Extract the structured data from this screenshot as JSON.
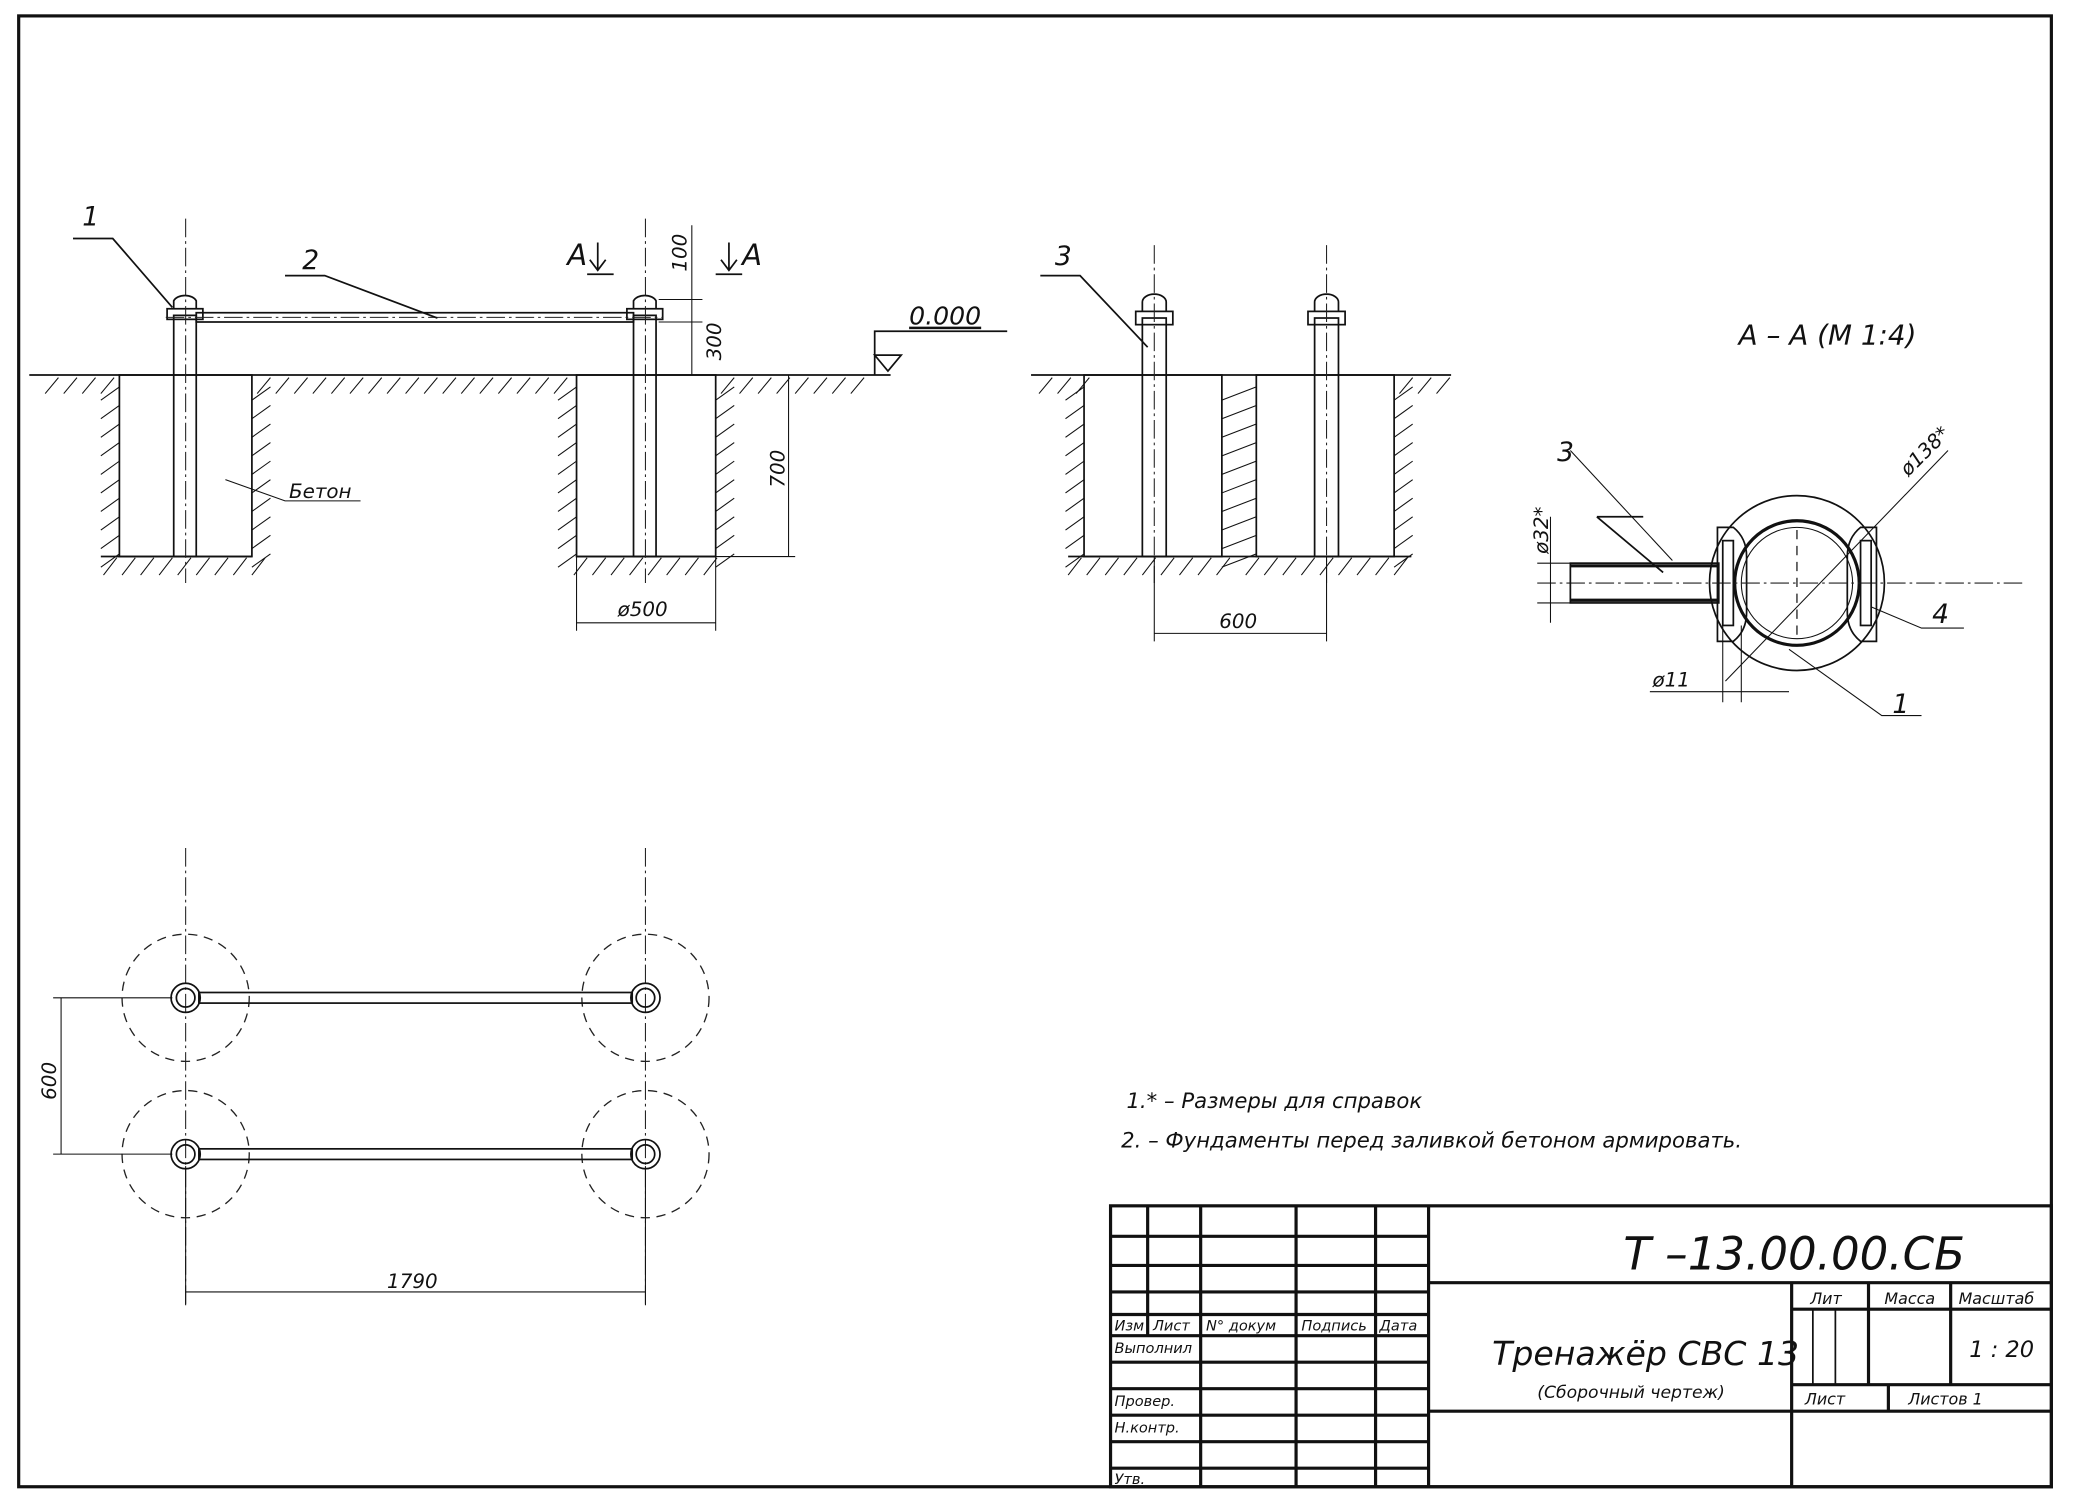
{
  "drawing": {
    "front_view": {
      "pos1": "1",
      "pos2": "2",
      "section_mark_left": "A",
      "section_mark_right": "A",
      "dim_100": "100",
      "dim_300": "300",
      "level": "0.000",
      "dim_700": "700",
      "dim_d500": "ø500",
      "concrete_label": "Бетон"
    },
    "side_view": {
      "pos3": "3",
      "dim_600": "600"
    },
    "section": {
      "title": "A – A (M 1:4)",
      "pos3": "3",
      "pos4": "4",
      "pos1": "1",
      "dim_d138": "ø138*",
      "dim_d32": "ø32*",
      "dim_d11": "ø11"
    },
    "plan_view": {
      "dim_600": "600",
      "dim_1790": "1790"
    },
    "notes": [
      "1.* – Размеры для справок",
      "2. – Фундаменты перед заливкой бетоном армировать."
    ]
  },
  "title_block": {
    "designation": "Т –13.00.00.СБ",
    "name": "Тренажёр СВС 13",
    "doc_type": "(Сборочный чертеж)",
    "col_headers": [
      "Изм",
      "Лист",
      "N° докум",
      "Подпись",
      "Дата"
    ],
    "roles": [
      "Выполнил",
      "Провер.",
      "Н.контр.",
      "Утв."
    ],
    "lit_label": "Лит",
    "mass_label": "Масса",
    "scale_label": "Масштаб",
    "scale_value": "1 : 20",
    "sheet_label": "Лист",
    "sheets_label": "Листов 1"
  }
}
